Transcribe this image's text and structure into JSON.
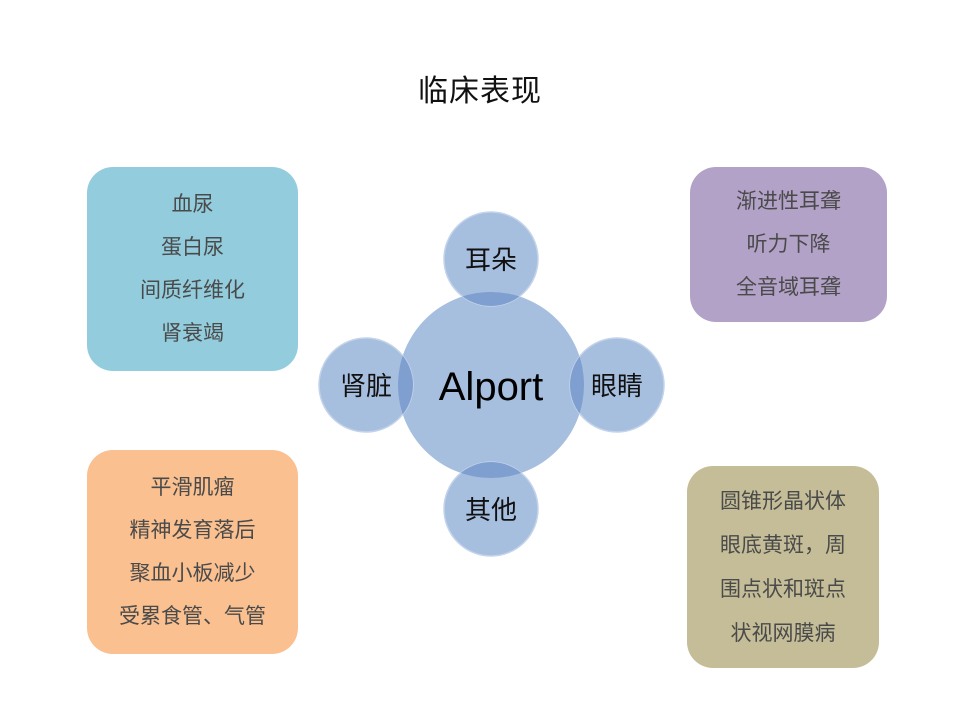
{
  "title": "临床表现",
  "center": {
    "label": "Alport"
  },
  "nodes": {
    "ear": "耳朵",
    "eye": "眼睛",
    "kidney": "肾脏",
    "other": "其他"
  },
  "boxes": {
    "kidney": [
      "血尿",
      "蛋白尿",
      "间质纤维化",
      "肾衰竭"
    ],
    "ear": [
      "渐进性耳聋",
      "听力下降",
      "全音域耳聋"
    ],
    "other": [
      "平滑肌瘤",
      "精神发育落后",
      "聚血小板减少",
      "受累食管、气管"
    ],
    "eye": [
      "圆锥形晶状体",
      "眼底黄斑，周",
      "围点状和斑点",
      "状视网膜病"
    ]
  },
  "colors": {
    "circle_fill": "#a7bfdf",
    "circle_stroke": "#c3d3ea",
    "overlap_fill": "#7f9fd0",
    "kidney_box": "#93cddd",
    "ear_box": "#b3a2c7",
    "other_box": "#fac090",
    "eye_box": "#c4bd97"
  }
}
